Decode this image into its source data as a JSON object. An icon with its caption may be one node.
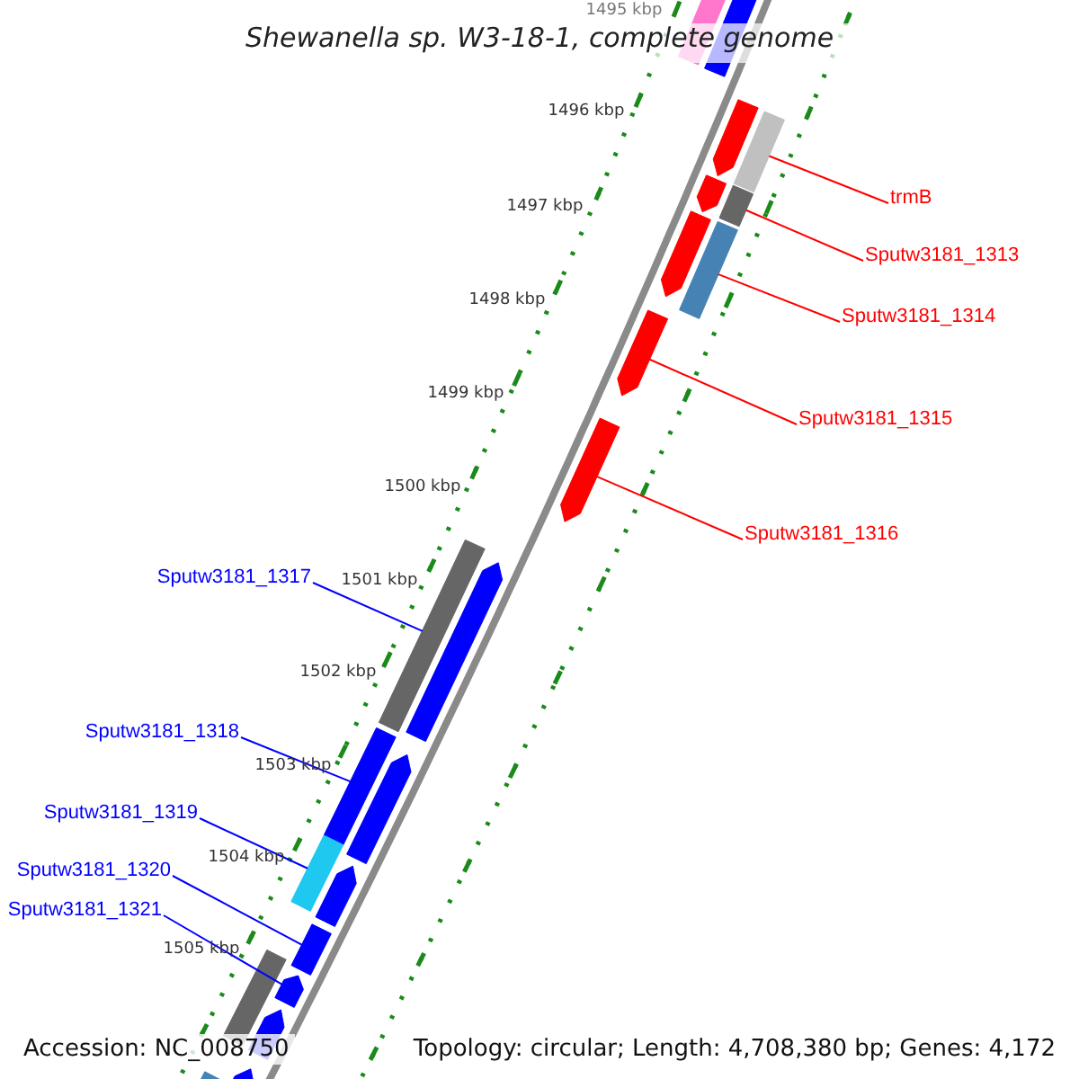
{
  "diagram": {
    "title": "Shewanella sp. W3-18-1, complete genome",
    "nodes": [
      {
        "text": [
          "trmB"
        ]
      },
      {
        "text": [],
        "shape": "bar"
      },
      {
        "text": [
          "Sputw3181_1313"
        ]
      },
      {
        "text": [],
        "shape": "bar"
      },
      {
        "text": [
          "Sputw3181_1314"
        ]
      },
      {
        "text": [],
        "shape": "bar"
      },
      {
        "text": [
          "Sputw3181_1315"
        ]
      },
      {
        "text": [],
        "shape": "pentagon"
      },
      {
        "text": [
          "Sputw3181_1316"
        ]
      },
      {
        "text": [],
        "shape": "pentagon"
      },
      {
        "text": [
          "Sputw3181_1317"
        ]
      },
      {
        "text": [],
        "shape": "bar"
      },
      {
        "text": [
          "Sputw3181_1318"
        ]
      },
      {
        "text": [],
        "shape": "bar"
      },
      {
        "text": [
          "Sputw3181_1319"
        ]
      },
      {
        "text": [],
        "shape": "bar"
      },
      {
        "text": [
          "Sputw3181_1320"
        ]
      },
      {
        "text": [],
        "shape": "bar"
      },
      {
        "text": [
          "Sputw3181_1321"
        ]
      },
      {
        "text": [],
        "shape": "pentagon"
      },
      {
        "text": [],
        "shape": "bar"
      },
      {
        "text": [],
        "shape": "bar"
      },
      {
        "text": [],
        "shape": "pentagon"
      },
      {
        "text": [],
        "shape": "pentagon"
      },
      {
        "text": [],
        "shape": "pentagon"
      },
      {
        "text": [],
        "shape": "pentagon"
      },
      {
        "text": [],
        "shape": "pentagon"
      },
      {
        "text": [],
        "shape": "pentagon"
      },
      {
        "text": [],
        "shape": "bar"
      },
      {
        "text": [],
        "shape": "pentagon"
      },
      {
        "text": [],
        "shape": "bar"
      },
      {
        "text": [],
        "shape": "pentagon"
      }
    ],
    "edges": [
      {
        "from": 0,
        "to": 1,
        "arrow": "none",
        "color": "#ff0000"
      },
      {
        "from": 2,
        "to": 3,
        "arrow": "none",
        "color": "#ff0000"
      },
      {
        "from": 4,
        "to": 5,
        "arrow": "none",
        "color": "#ff0000"
      },
      {
        "from": 6,
        "to": 7,
        "arrow": "none",
        "color": "#ff0000"
      },
      {
        "from": 8,
        "to": 9,
        "arrow": "none",
        "color": "#ff0000"
      },
      {
        "from": 10,
        "to": 11,
        "arrow": "none",
        "color": "#0000ff"
      },
      {
        "from": 12,
        "to": 13,
        "arrow": "none",
        "color": "#0000ff"
      },
      {
        "from": 14,
        "to": 15,
        "arrow": "none",
        "color": "#0000ff"
      },
      {
        "from": 16,
        "to": 17,
        "arrow": "none",
        "color": "#0000ff"
      },
      {
        "from": 18,
        "to": 19,
        "arrow": "none",
        "color": "#0000ff"
      }
    ],
    "labels": [
      "1495 kbp",
      "1496 kbp",
      "1497 kbp",
      "1498 kbp",
      "1499 kbp",
      "1500 kbp",
      "1501 kbp",
      "1502 kbp",
      "1503 kbp",
      "1504 kbp",
      "1505 kbp",
      "Accession: NC_008750",
      "Topology: circular; Length: 4,708,380 bp; Genes: 4,172"
    ]
  }
}
